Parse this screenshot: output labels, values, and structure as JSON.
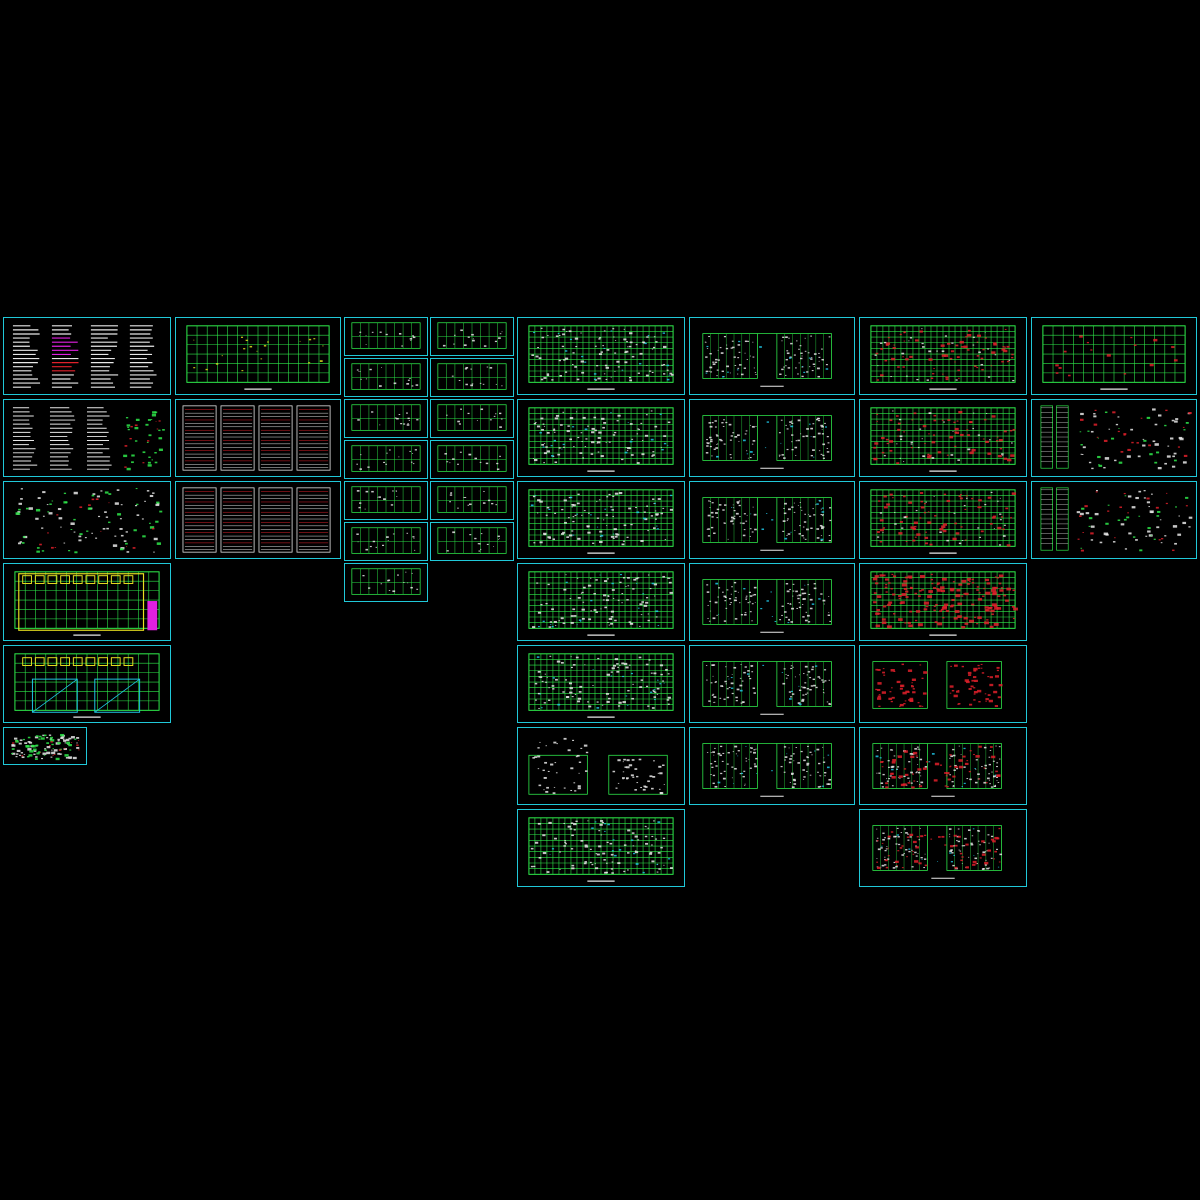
{
  "drawing": {
    "background": "#000000",
    "frame_color": "#20c8d8",
    "grid_color": "#2ee84a",
    "detail_color": "#e8e8e8",
    "accent_red": "#e0202a",
    "accent_yellow": "#e8e020",
    "accent_magenta": "#e020e0",
    "accent_cyan": "#20c8e8"
  },
  "sheets": [
    {
      "id": "cover-notes",
      "kind": "notes"
    },
    {
      "id": "general-notes-2",
      "kind": "notes-details"
    },
    {
      "id": "details-sheet-1",
      "kind": "details"
    },
    {
      "id": "basement-plan",
      "kind": "yellow-plan"
    },
    {
      "id": "basement-roof-plan",
      "kind": "yellow-plan-blue"
    },
    {
      "id": "small-details",
      "kind": "details"
    },
    {
      "id": "column-grid-plan",
      "kind": "grid"
    },
    {
      "id": "schedule-a",
      "kind": "schedule"
    },
    {
      "id": "schedule-b",
      "kind": "schedule"
    },
    {
      "id": "small-plans",
      "kind": "small-plan"
    },
    {
      "id": "floor-plan-set-1",
      "kind": "floor"
    },
    {
      "id": "floor-plan-set-2",
      "kind": "tower"
    },
    {
      "id": "beam-reinforcement",
      "kind": "red-floor"
    },
    {
      "id": "stair-details",
      "kind": "stair"
    }
  ]
}
